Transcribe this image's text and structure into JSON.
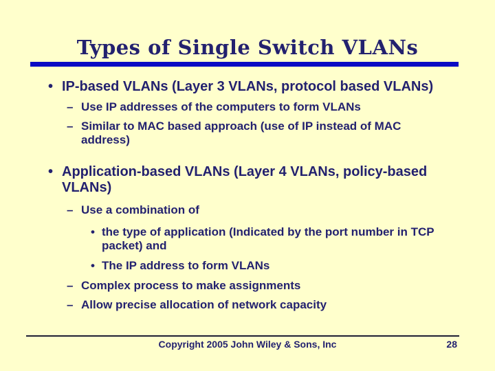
{
  "title": "Types of Single Switch VLANs",
  "colors": {
    "background": "#FFFFCC",
    "ink": "#23216F",
    "title_rule": "#0A0AC4",
    "footer_rule": "#1E1E33"
  },
  "content": [
    {
      "level": 1,
      "marker": "•",
      "text": "IP-based VLANs (Layer 3 VLANs, protocol based VLANs)"
    },
    {
      "level": 2,
      "marker": "–",
      "text": "Use IP addresses of the computers to form VLANs"
    },
    {
      "level": 2,
      "marker": "–",
      "text": "Similar to MAC based approach (use of IP instead of MAC address)"
    },
    {
      "level": 1,
      "marker": "•",
      "text": "Application-based VLANs (Layer 4 VLANs, policy-based VLANs)"
    },
    {
      "level": 2,
      "marker": "–",
      "text": "Use a combination of"
    },
    {
      "level": 3,
      "marker": "•",
      "text": "the type of application (Indicated by the port number in TCP packet) and"
    },
    {
      "level": 3,
      "marker": "•",
      "text": "The IP address to form VLANs"
    },
    {
      "level": 2,
      "marker": "–",
      "text": "Complex process to make assignments"
    },
    {
      "level": 2,
      "marker": "–",
      "text": "Allow precise allocation of network capacity"
    }
  ],
  "footer": {
    "copyright": "Copyright 2005 John Wiley & Sons, Inc",
    "page_number": "28"
  }
}
